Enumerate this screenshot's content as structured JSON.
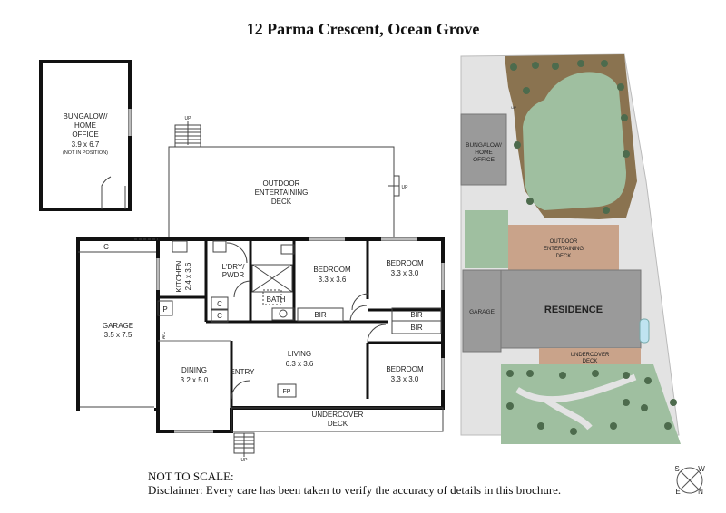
{
  "title": "12 Parma Crescent, Ocean Grove",
  "notes": {
    "scale": "NOT TO SCALE:",
    "disclaimer": "Disclaimer: Every care has been taken to verify the accuracy of details in this brochure."
  },
  "floorplan": {
    "bungalow": {
      "name": "BUNGALOW/\nHOME\nOFFICE",
      "line1": "BUNGALOW/",
      "line2": "HOME",
      "line3": "OFFICE",
      "size": "3.9 x 6.7",
      "note": "(NOT IN POSITION)"
    },
    "outdoor_deck": {
      "line1": "OUTDOOR",
      "line2": "ENTERTAINING",
      "line3": "DECK"
    },
    "garage": {
      "name": "GARAGE",
      "size": "3.5 x 7.5"
    },
    "kitchen": {
      "name": "KITCHEN",
      "size": "2.4 x 3.6"
    },
    "laundry": {
      "line1": "L'DRY/",
      "line2": "PWDR"
    },
    "bath": "BATH",
    "bedroom1": {
      "name": "BEDROOM",
      "size": "3.3 x 3.6"
    },
    "bedroom2": {
      "name": "BEDROOM",
      "size": "3.3 x 3.0"
    },
    "bedroom3": {
      "name": "BEDROOM",
      "size": "3.3 x 3.0"
    },
    "living": {
      "name": "LIVING",
      "size": "6.3 x 3.6"
    },
    "dining": {
      "name": "DINING",
      "size": "3.2 x 5.0"
    },
    "entry": "ENTRY",
    "fp": "FP",
    "undercover_deck": {
      "line1": "UNDERCOVER",
      "line2": "DECK"
    },
    "bir": "BIR",
    "c": "C",
    "p": "P",
    "ac": "A/C",
    "up": "UP"
  },
  "siteplan": {
    "bungalow": {
      "line1": "BUNGALOW/",
      "line2": "HOME",
      "line3": "OFFICE"
    },
    "outdoor_deck": {
      "line1": "OUTDOOR",
      "line2": "ENTERTAINING",
      "line3": "DECK"
    },
    "garage": "GARAGE",
    "residence": "RESIDENCE",
    "undercover_deck": {
      "line1": "UNDERCOVER",
      "line2": "DECK"
    },
    "up": "UP"
  },
  "compass": {
    "s": "S",
    "w": "W",
    "e": "E",
    "n": "N"
  },
  "colors": {
    "wall": "#111111",
    "lawn": "#9fbfa0",
    "deck": "#c9a38a",
    "building": "#9a9a9a",
    "paving": "#e3e3e3",
    "garden": "#8a7350",
    "pool": "#bfe3f0"
  }
}
